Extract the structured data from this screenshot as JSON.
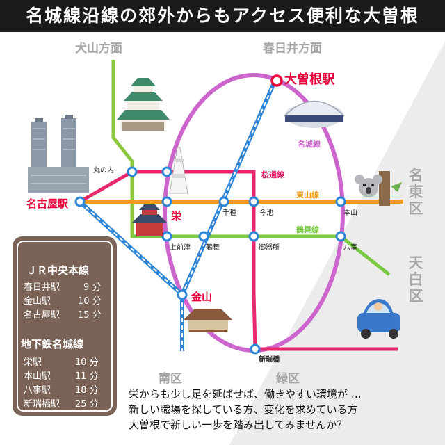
{
  "title": "名城線沿線の郊外からもアクセス便利な大曽根",
  "directions": {
    "inuyama": "犬山方面",
    "kasugai": "春日井方面",
    "meito": "名東区",
    "tenpaku": "天白区",
    "minami": "南区",
    "midori": "緑区"
  },
  "lines": {
    "meijo": "名城線",
    "sakuradori": "桜通線",
    "higashiyama": "東山線",
    "tsurumai": "鶴舞線"
  },
  "line_colors": {
    "meijo": "#cc66cc",
    "sakuradori": "#e8286e",
    "higashiyama": "#f39a1e",
    "tsurumai": "#7ac943",
    "jr_chuo": "#2f86d6",
    "meitetsu": "#8cc63f"
  },
  "stations": {
    "ozone": "大曽根駅",
    "nagoya": "名古屋駅",
    "sakae": "栄",
    "kanayama": "金山",
    "marunouchi": "丸の内",
    "chikusa": "千種",
    "imaike": "今池",
    "motoyama": "本山",
    "kamimaezu": "上前津",
    "tsurumai": "鶴舞",
    "gokisho": "御器所",
    "yagoto": "八事",
    "shinmizuhashi": "新瑞橋"
  },
  "info": {
    "jr_title": "ＪＲ中央本線",
    "jr_rows": [
      {
        "station": "春日井駅",
        "time": "9 分"
      },
      {
        "station": "金山駅",
        "time": "10 分"
      },
      {
        "station": "名古屋駅",
        "time": "15 分"
      }
    ],
    "subway_title": "地下鉄名城線",
    "subway_rows": [
      {
        "station": "栄駅",
        "time": "10 分"
      },
      {
        "station": "本山駅",
        "time": "11 分"
      },
      {
        "station": "八事駅",
        "time": "18 分"
      },
      {
        "station": "新瑞橋駅",
        "time": "25 分"
      }
    ]
  },
  "message": [
    "栄からも少し足を延ばせば、働きやすい環境が …",
    "新しい職場を探している方、変化を求めている方",
    "大曽根で新しい一歩を踏み出してみませんか？"
  ]
}
